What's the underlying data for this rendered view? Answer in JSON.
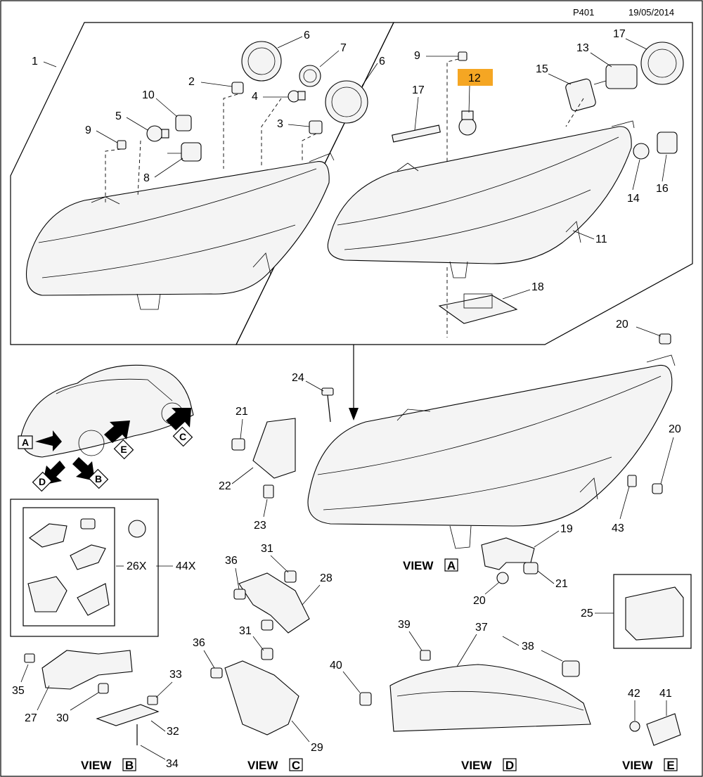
{
  "header": {
    "page_code": "P401",
    "date": "19/05/2014"
  },
  "highlight_color": "#f5a623",
  "callouts": {
    "c1": "1",
    "c2": "2",
    "c3": "3",
    "c4": "4",
    "c5": "5",
    "c6a": "6",
    "c6b": "6",
    "c7": "7",
    "c8": "8",
    "c9a": "9",
    "c9b": "9",
    "c10": "10",
    "c11": "11",
    "c12": "12",
    "c13": "13",
    "c14": "14",
    "c15": "15",
    "c16": "16",
    "c17a": "17",
    "c17b": "17",
    "c18": "18",
    "c19": "19",
    "c20a": "20",
    "c20b": "20",
    "c20c": "20",
    "c21a": "21",
    "c21b": "21",
    "c22": "22",
    "c23": "23",
    "c24": "24",
    "c25": "25",
    "c27": "27",
    "c28": "28",
    "c29": "29",
    "c30": "30",
    "c31a": "31",
    "c31b": "31",
    "c33": "33",
    "c32": "32",
    "c34": "34",
    "c35": "35",
    "c36a": "36",
    "c36b": "36",
    "c37": "37",
    "c38": "38",
    "c39": "39",
    "c40": "40",
    "c41": "41",
    "c42": "42",
    "c43": "43"
  },
  "kit_labels": {
    "qty_a": "26X",
    "qty_b": "44X"
  },
  "view_markers": {
    "a": "A",
    "b": "B",
    "c": "C",
    "d": "D",
    "e": "E"
  },
  "view_labels": {
    "a": {
      "word": "VIEW",
      "letter": "A"
    },
    "b": {
      "word": "VIEW",
      "letter": "B"
    },
    "c": {
      "word": "VIEW",
      "letter": "C"
    },
    "d": {
      "word": "VIEW",
      "letter": "D"
    },
    "e": {
      "word": "VIEW",
      "letter": "E"
    }
  }
}
